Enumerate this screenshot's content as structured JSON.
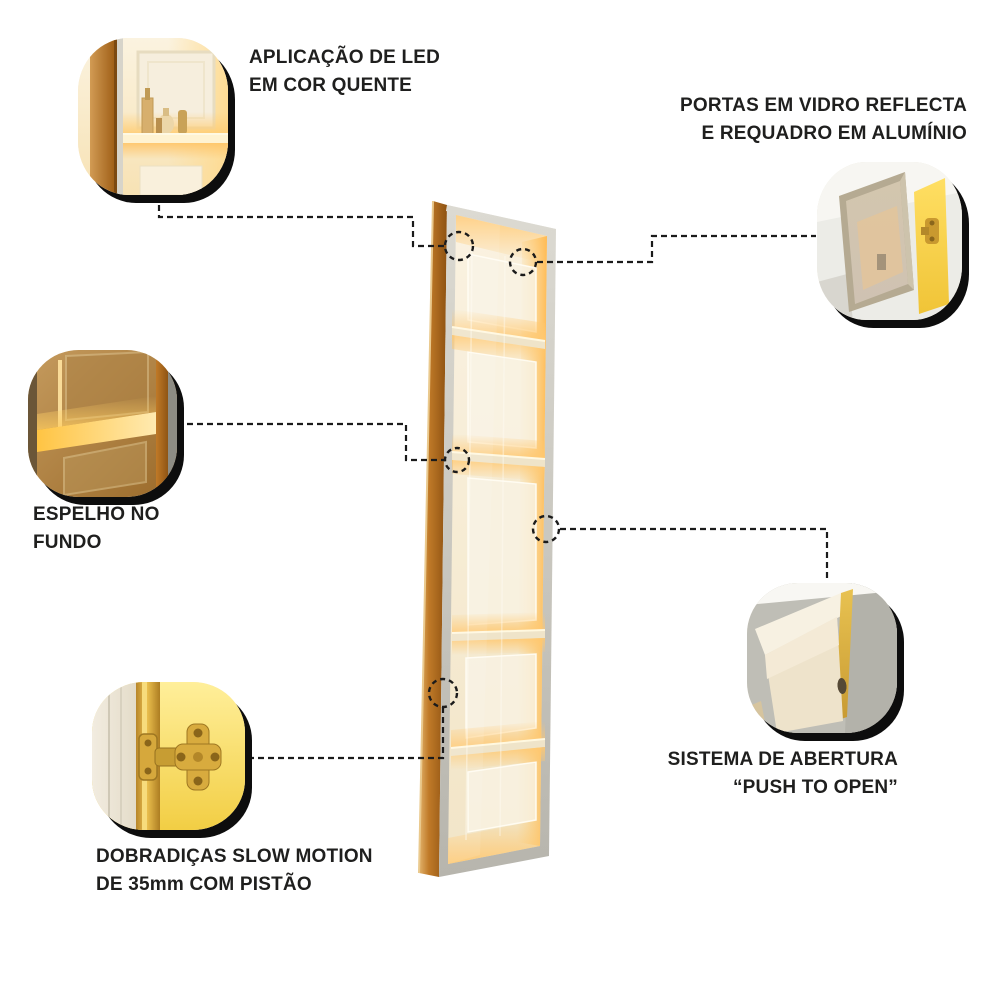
{
  "colors": {
    "background": "#ffffff",
    "text": "#1f1f1e",
    "line": "#1b1b1b",
    "wood": "#b4691c",
    "aluminium": "#c6c4bc",
    "warm_glow": "#ffc96e",
    "interior_cream": "#f7eed9",
    "accent_gold": "#f2c53c"
  },
  "callouts": {
    "led": {
      "line1": "APLICAÇÃO DE LED",
      "line2": "EM COR QUENTE",
      "image": "led-lit-shelf-closeup"
    },
    "portas": {
      "line1": "PORTAS EM VIDRO REFLECTA",
      "line2": "E REQUADRO EM ALUMÍNIO",
      "image": "glass-door-aluminium-frame-closeup"
    },
    "espelho": {
      "line1": "ESPELHO NO",
      "line2": "FUNDO",
      "image": "mirror-back-closeup"
    },
    "dobradicas": {
      "line1": "DOBRADIÇAS SLOW MOTION",
      "line2": "DE 35mm COM PISTÃO",
      "image": "slow-motion-hinge-closeup"
    },
    "sistema": {
      "line1": "SISTEMA DE ABERTURA",
      "line2": "“PUSH TO OPEN”",
      "image": "push-to-open-closeup"
    }
  },
  "illustration": {
    "subject": "tall-display-cabinet-with-warm-led",
    "compartments": 5,
    "markers": [
      "led",
      "glass-door",
      "mirror-back",
      "hinge",
      "push-to-open"
    ]
  }
}
